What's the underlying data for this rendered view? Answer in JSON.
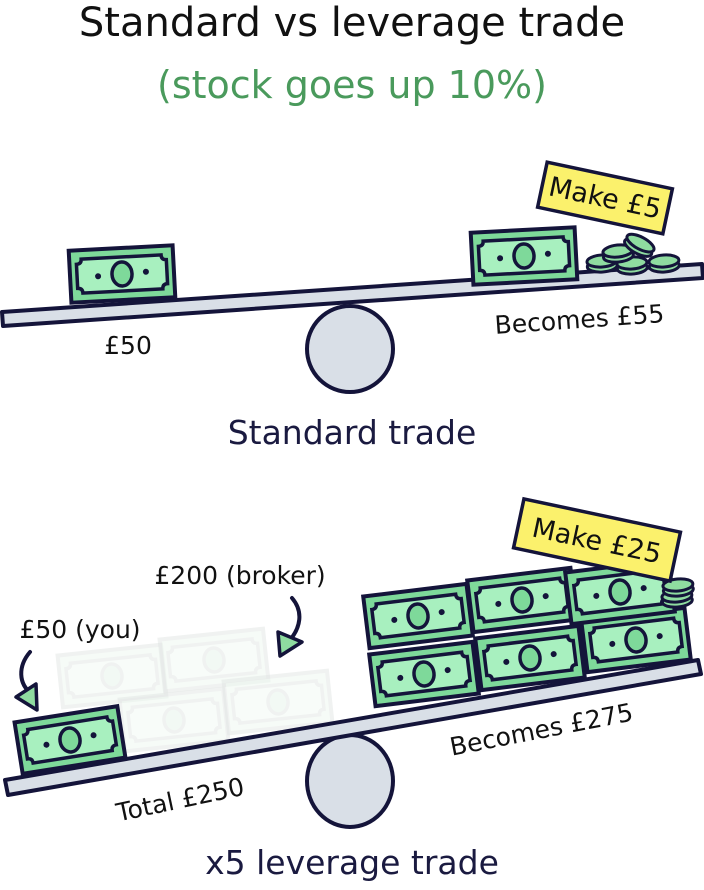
{
  "title": "Standard vs leverage trade",
  "subtitle": "(stock goes up 10%)",
  "colors": {
    "ink": "#14143a",
    "subtitle_green": "#4a9a5c",
    "bill_outer": "#7ed99a",
    "bill_inner": "#a8f0bf",
    "tag_yellow": "#fbf16c",
    "board_grey": "#d9dfe7"
  },
  "standard": {
    "caption": "Standard trade",
    "left_label": "£50",
    "right_label": "Becomes £55",
    "gain_tag": "Make £5",
    "left_bills": 1,
    "right_bills": 1,
    "right_coins": 5
  },
  "leverage": {
    "caption": "x5 leverage trade",
    "you_label": "£50 (you)",
    "broker_label": "£200 (broker)",
    "total_label": "Total £250",
    "right_label": "Becomes £275",
    "gain_tag": "Make £25",
    "your_bills": 1,
    "broker_bills": 4,
    "right_bills": 6,
    "right_coins": 2
  },
  "icons": [
    "banknote-icon",
    "coin-stack-icon",
    "arrow-icon",
    "seesaw-pivot-icon"
  ]
}
